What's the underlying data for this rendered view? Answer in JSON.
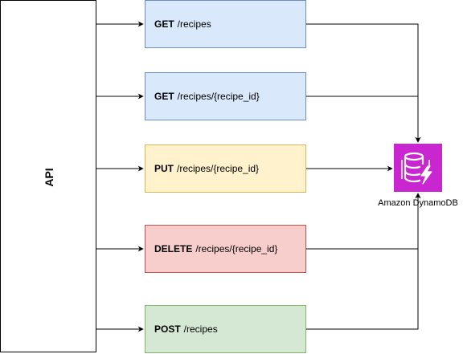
{
  "api": {
    "label": "API"
  },
  "endpoints": [
    {
      "id": "get-recipes",
      "method": "GET",
      "path": "/recipes",
      "fill": "#dae8fc",
      "stroke": "#6c8ebf"
    },
    {
      "id": "get-recipe-by-id",
      "method": "GET",
      "path": "/recipes/{recipe_id}",
      "fill": "#dae8fc",
      "stroke": "#6c8ebf"
    },
    {
      "id": "put-recipe",
      "method": "PUT",
      "path": "/recipes/{recipe_id}",
      "fill": "#fff2cc",
      "stroke": "#d6b656"
    },
    {
      "id": "delete-recipe",
      "method": "DELETE",
      "path": "/recipes/{recipe_id}",
      "fill": "#f8cecc",
      "stroke": "#b85450"
    },
    {
      "id": "post-recipes",
      "method": "POST",
      "path": "/recipes",
      "fill": "#d5e8d4",
      "stroke": "#82b366"
    }
  ],
  "database": {
    "label": "Amazon DynamoDB",
    "icon": "dynamodb-icon",
    "color": "#c925d1"
  }
}
